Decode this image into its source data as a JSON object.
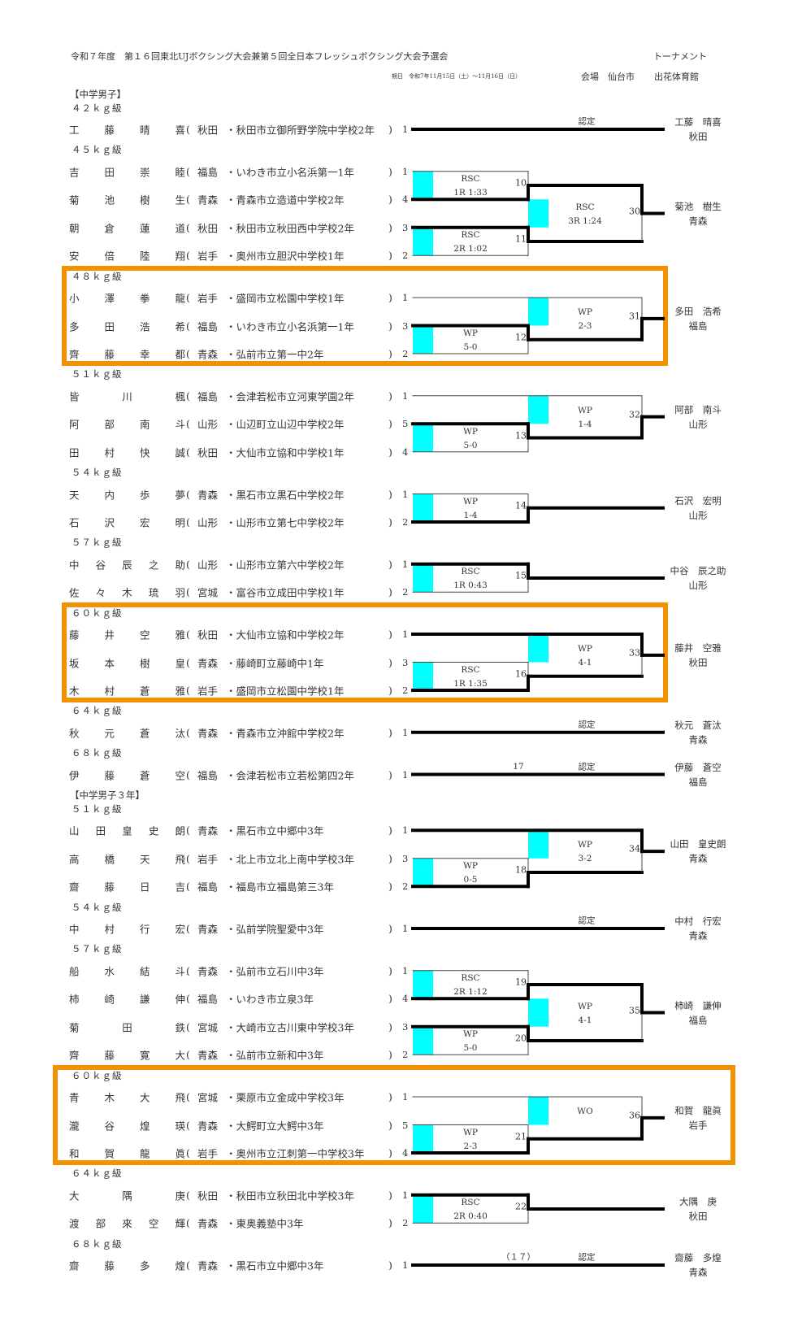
{
  "header": {
    "title": "令和７年度　第１６回東北UJボクシング大会兼第５回全日本フレッシュボクシング大会予選会",
    "kind": "トーナメント",
    "dates": "期日　令和7年11月15日（土）～11月16日（日）",
    "venue": "会場　仙台市",
    "hall": "出花体育館"
  },
  "colors": {
    "highlight": "#f29200",
    "banner": "#d7e4bd",
    "cyan": "#00ffff"
  },
  "sections": [
    {
      "title": "【中学男子】",
      "dates": [
        "11月15日",
        "11月16日"
      ],
      "classes": [
        {
          "label": "４２ｋｇ級",
          "players": [
            {
              "name": "工藤晴喜",
              "pref": "秋田",
              "school": "・秋田市立御所野学院中学校2年",
              "seed": "1"
            }
          ],
          "recognized": "認定",
          "matches": [],
          "winner": {
            "name": "工藤　晴喜",
            "pref": "秋田"
          }
        },
        {
          "label": "４５ｋｇ級",
          "players": [
            {
              "name": "吉田崇睦",
              "pref": "福島",
              "school": "・いわき市立小名浜第一1年",
              "seed": "1"
            },
            {
              "name": "菊池樹生",
              "pref": "青森",
              "school": "・青森市立造道中学校2年",
              "seed": "4"
            },
            {
              "name": "朝倉蓮道",
              "pref": "秋田",
              "school": "・秋田市立秋田西中学校2年",
              "seed": "3"
            },
            {
              "name": "安倍陸翔",
              "pref": "岩手",
              "school": "・奥州市立胆沢中学校1年",
              "seed": "2"
            }
          ],
          "matches": [
            {
              "bout": "10",
              "method": "RSC",
              "detail": "1R 1:33",
              "a": "p0",
              "b": "p1",
              "winner": "b"
            },
            {
              "bout": "11",
              "method": "RSC",
              "detail": "2R 1:02",
              "a": "p2",
              "b": "p3",
              "winner": "a"
            },
            {
              "bout": "30",
              "method": "RSC",
              "detail": "3R 1:24",
              "a": "m0",
              "b": "m1",
              "winner": "a"
            }
          ],
          "winner": {
            "name": "菊池　樹生",
            "pref": "青森"
          }
        },
        {
          "label": "４８ｋｇ級",
          "highlight": true,
          "players": [
            {
              "name": "小澤拳龍",
              "pref": "岩手",
              "school": "・盛岡市立松園中学校1年",
              "seed": "1"
            },
            {
              "name": "多田浩希",
              "pref": "福島",
              "school": "・いわき市立小名浜第一1年",
              "seed": "3"
            },
            {
              "name": "齊藤幸都",
              "pref": "青森",
              "school": "・弘前市立第一中2年",
              "seed": "2"
            }
          ],
          "matches": [
            {
              "bout": "12",
              "method": "WP",
              "detail": "5-0",
              "a": "p1",
              "b": "p2",
              "winner": "a"
            },
            {
              "bout": "31",
              "method": "WP",
              "detail": "2-3",
              "a": "p0",
              "b": "m0",
              "winner": "b"
            }
          ],
          "winner": {
            "name": "多田　浩希",
            "pref": "福島"
          }
        },
        {
          "label": "５１ｋｇ級",
          "players": [
            {
              "name": "皆川楓",
              "pref": "福島",
              "school": "・会津若松市立河東学園2年",
              "seed": "1"
            },
            {
              "name": "阿部南斗",
              "pref": "山形",
              "school": "・山辺町立山辺中学校2年",
              "seed": "5"
            },
            {
              "name": "田村快誠",
              "pref": "秋田",
              "school": "・大仙市立協和中学校1年",
              "seed": "4"
            }
          ],
          "matches": [
            {
              "bout": "13",
              "method": "WP",
              "detail": "5-0",
              "a": "p1",
              "b": "p2",
              "winner": "a"
            },
            {
              "bout": "32",
              "method": "WP",
              "detail": "1-4",
              "a": "p0",
              "b": "m0",
              "winner": "b"
            }
          ],
          "winner": {
            "name": "阿部　南斗",
            "pref": "山形"
          }
        },
        {
          "label": "５４ｋｇ級",
          "players": [
            {
              "name": "天内歩夢",
              "pref": "青森",
              "school": "・黒石市立黒石中学校2年",
              "seed": "1"
            },
            {
              "name": "石沢宏明",
              "pref": "山形",
              "school": "・山形市立第七中学校2年",
              "seed": "2"
            }
          ],
          "matches": [
            {
              "bout": "14",
              "method": "WP",
              "detail": "1-4",
              "a": "p0",
              "b": "p1",
              "winner": "b"
            }
          ],
          "winner": {
            "name": "石沢　宏明",
            "pref": "山形"
          }
        },
        {
          "label": "５７ｋｇ級",
          "players": [
            {
              "name": "中谷辰之助",
              "pref": "山形",
              "school": "・山形市立第六中学校2年",
              "seed": "1"
            },
            {
              "name": "佐々木琉羽",
              "pref": "宮城",
              "school": "・富谷市立成田中学校1年",
              "seed": "2"
            }
          ],
          "matches": [
            {
              "bout": "15",
              "method": "RSC",
              "detail": "1R 0:43",
              "a": "p0",
              "b": "p1",
              "winner": "a"
            }
          ],
          "winner": {
            "name": "中谷　辰之助",
            "pref": "山形"
          }
        },
        {
          "label": "６０ｋｇ級",
          "highlight": true,
          "players": [
            {
              "name": "藤井空雅",
              "pref": "秋田",
              "school": "・大仙市立協和中学校2年",
              "seed": "1"
            },
            {
              "name": "坂本樹皇",
              "pref": "青森",
              "school": "・藤崎町立藤崎中1年",
              "seed": "3"
            },
            {
              "name": "木村蒼雅",
              "pref": "岩手",
              "school": "・盛岡市立松園中学校1年",
              "seed": "2"
            }
          ],
          "matches": [
            {
              "bout": "16",
              "method": "RSC",
              "detail": "1R 1:35",
              "a": "p1",
              "b": "p2",
              "winner": "b"
            },
            {
              "bout": "33",
              "method": "WP",
              "detail": "4-1",
              "a": "p0",
              "b": "m0",
              "winner": "a"
            }
          ],
          "winner": {
            "name": "藤井　空雅",
            "pref": "秋田"
          }
        },
        {
          "label": "６４ｋｇ級",
          "players": [
            {
              "name": "秋元蒼汰",
              "pref": "青森",
              "school": "・青森市立沖館中学校2年",
              "seed": "1"
            }
          ],
          "recognized": "認定",
          "matches": [],
          "winner": {
            "name": "秋元　蒼汰",
            "pref": "青森"
          }
        },
        {
          "label": "６８ｋｇ級",
          "players": [
            {
              "name": "伊藤蒼空",
              "pref": "福島",
              "school": "・会津若松市立若松第四2年",
              "seed": "1"
            }
          ],
          "recognized": "認定",
          "bout": "17",
          "matches": [],
          "winner": {
            "name": "伊藤　蒼空",
            "pref": "福島"
          }
        }
      ]
    },
    {
      "title": "【中学男子３年】",
      "dates": [
        "11月15日",
        "11月16日"
      ],
      "classes": [
        {
          "label": "５１ｋｇ級",
          "players": [
            {
              "name": "山田皇史朗",
              "pref": "青森",
              "school": "・黒石市立中郷中3年",
              "seed": "1"
            },
            {
              "name": "高橋天飛",
              "pref": "岩手",
              "school": "・北上市立北上南中学校3年",
              "seed": "3"
            },
            {
              "name": "齋藤日吉",
              "pref": "福島",
              "school": "・福島市立福島第三3年",
              "seed": "2"
            }
          ],
          "matches": [
            {
              "bout": "18",
              "method": "WP",
              "detail": "0-5",
              "a": "p1",
              "b": "p2",
              "winner": "b"
            },
            {
              "bout": "34",
              "method": "WP",
              "detail": "3-2",
              "a": "p0",
              "b": "m0",
              "winner": "a"
            }
          ],
          "winner": {
            "name": "山田　皇史朗",
            "pref": "青森"
          }
        },
        {
          "label": "５４ｋｇ級",
          "players": [
            {
              "name": "中村行宏",
              "pref": "青森",
              "school": "・弘前学院聖愛中3年",
              "seed": "1"
            }
          ],
          "recognized": "認定",
          "matches": [],
          "winner": {
            "name": "中村　行宏",
            "pref": "青森"
          }
        },
        {
          "label": "５７ｋｇ級",
          "players": [
            {
              "name": "船水結斗",
              "pref": "青森",
              "school": "・弘前市立石川中3年",
              "seed": "1"
            },
            {
              "name": "柿崎謙伸",
              "pref": "福島",
              "school": "・いわき市立泉3年",
              "seed": "4"
            },
            {
              "name": "菊田鉄",
              "pref": "宮城",
              "school": "・大崎市立古川東中学校3年",
              "seed": "3"
            },
            {
              "name": "齊藤寛大",
              "pref": "青森",
              "school": "・弘前市立新和中3年",
              "seed": "2"
            }
          ],
          "matches": [
            {
              "bout": "19",
              "method": "RSC",
              "detail": "2R 1:12",
              "a": "p0",
              "b": "p1",
              "winner": "b"
            },
            {
              "bout": "20",
              "method": "WP",
              "detail": "5-0",
              "a": "p2",
              "b": "p3",
              "winner": "a"
            },
            {
              "bout": "35",
              "method": "WP",
              "detail": "4-1",
              "a": "m0",
              "b": "m1",
              "winner": "a"
            }
          ],
          "winner": {
            "name": "柿崎　謙伸",
            "pref": "福島"
          }
        },
        {
          "label": "６０ｋｇ級",
          "highlight": true,
          "players": [
            {
              "name": "青木大飛",
              "pref": "宮城",
              "school": "・栗原市立金成中学校3年",
              "seed": "1"
            },
            {
              "name": "瀧谷煌瑛",
              "pref": "青森",
              "school": "・大鰐町立大鰐中3年",
              "seed": "5"
            },
            {
              "name": "和賀龍眞",
              "pref": "岩手",
              "school": "・奥州市立江刺第一中学校3年",
              "seed": "4"
            }
          ],
          "matches": [
            {
              "bout": "21",
              "method": "WP",
              "detail": "2-3",
              "a": "p1",
              "b": "p2",
              "winner": "b"
            },
            {
              "bout": "36",
              "method": "WO",
              "detail": "",
              "a": "p0",
              "b": "m0",
              "winner": "b"
            }
          ],
          "winner": {
            "name": "和賀　龍眞",
            "pref": "岩手"
          }
        },
        {
          "label": "６４ｋｇ級",
          "players": [
            {
              "name": "大隅庚",
              "pref": "秋田",
              "school": "・秋田市立秋田北中学校3年",
              "seed": "1"
            },
            {
              "name": "渡部來空輝",
              "pref": "青森",
              "school": "・東奥義塾中3年",
              "seed": "2"
            }
          ],
          "matches": [
            {
              "bout": "22",
              "method": "RSC",
              "detail": "2R 0:40",
              "a": "p0",
              "b": "p1",
              "winner": "a"
            }
          ],
          "winner": {
            "name": "大隅　庚",
            "pref": "秋田"
          }
        },
        {
          "label": "６８ｋｇ級",
          "players": [
            {
              "name": "齋藤多煌",
              "pref": "青森",
              "school": "・黒石市立中郷中3年",
              "seed": "1"
            }
          ],
          "recognized": "認定",
          "bout": "（１７）",
          "matches": [],
          "winner": {
            "name": "齋藤　多煌",
            "pref": "青森"
          }
        }
      ]
    }
  ]
}
